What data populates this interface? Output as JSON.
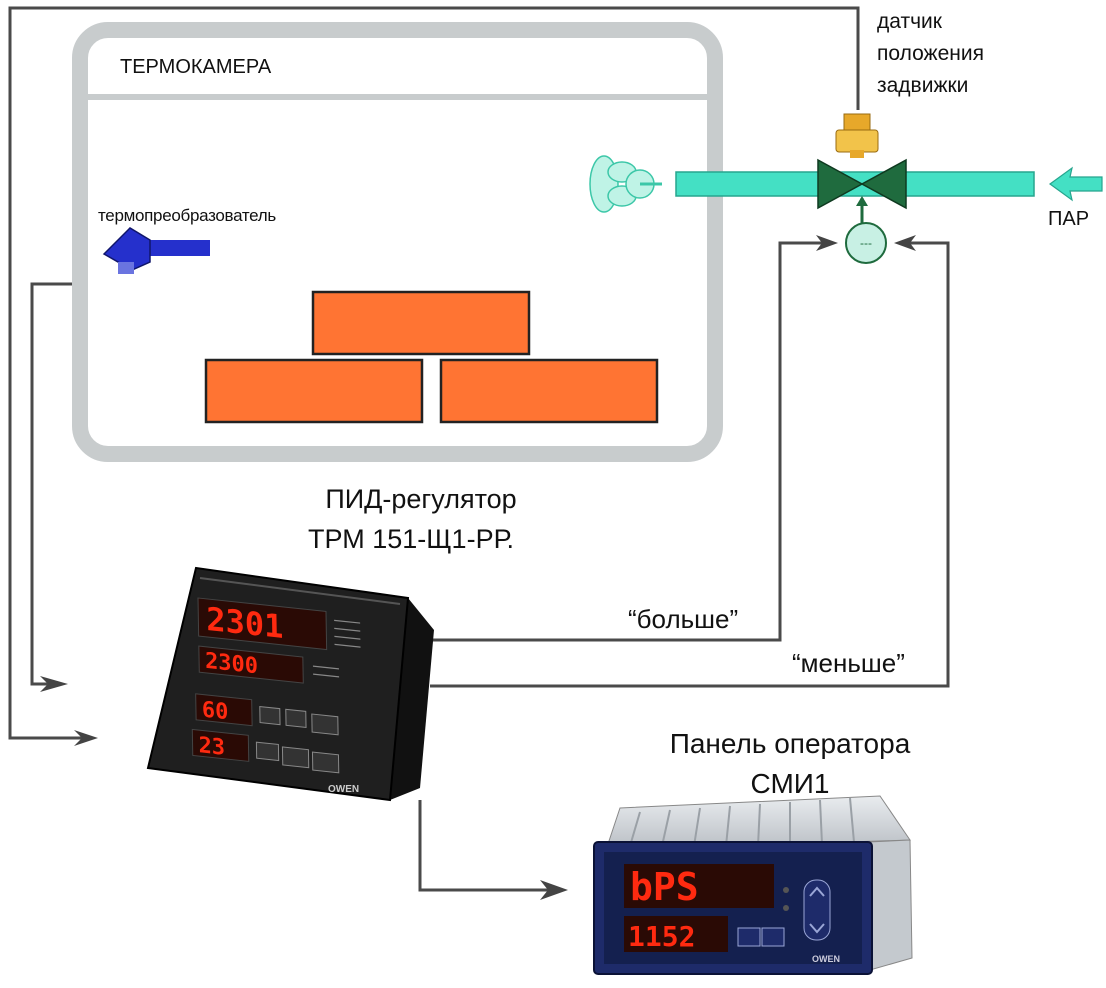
{
  "chamber": {
    "title": "ТЕРМОКАМЕРА"
  },
  "labels": {
    "sensor_position": [
      "датчик",
      "положения",
      "задвижки"
    ],
    "steam": "ПАР",
    "thermocouple": "термопреобразователь",
    "pid_regulator": [
      "ПИД-регулятор",
      "ТРМ 151-Щ1-РР."
    ],
    "more": "“больше”",
    "less": "“меньше”",
    "operator_panel": [
      "Панель оператора",
      "СМИ1"
    ]
  },
  "pid_device": {
    "display_top": "2301",
    "display_second": "2300",
    "display_third": "60",
    "display_fourth": "23",
    "brand": "OWEN"
  },
  "operator_device": {
    "display_top": "bPS",
    "display_bottom": "1152",
    "brand": "OWEN"
  },
  "colors": {
    "chamber_wall": "#c8cccd",
    "brick": "#ff7433",
    "steam_pipe": "#44e0c4",
    "valve": "#1f6b3e",
    "sensor": "#e7a82a",
    "thermocouple": "#2530cc",
    "wire": "#4a4a4a",
    "display_red": "#ff2a10",
    "pid_body": "#1f1f1f",
    "panel_body": "#1e2b6a"
  }
}
